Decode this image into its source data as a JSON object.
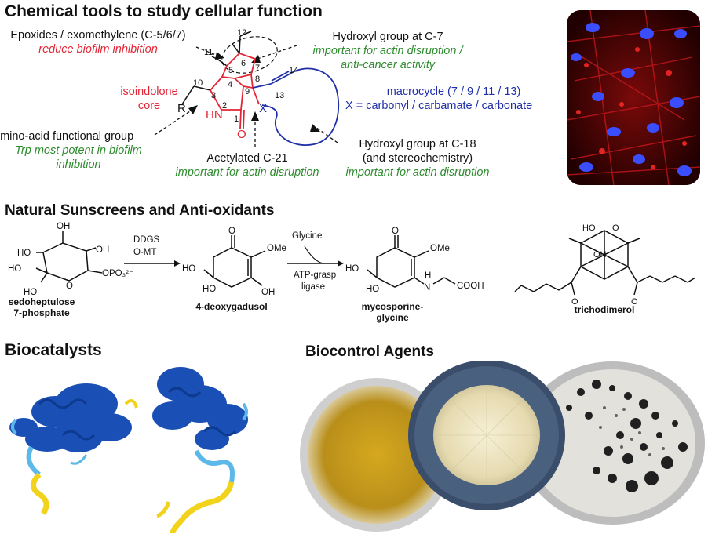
{
  "sections": {
    "chem_tools": "Chemical tools to study cellular function",
    "sunscreens": "Natural Sunscreens and Anti-oxidants",
    "biocatalysts": "Biocatalysts",
    "biocontrol": "Biocontrol Agents"
  },
  "annotations": {
    "epoxides": "Epoxides / exomethylene (C-5/6/7)",
    "epoxides_note": "reduce biofilm inhibition",
    "hydroxyl_c7": "Hydroxyl group at C-7",
    "hydroxyl_c7_note1": "important for actin disruption /",
    "hydroxyl_c7_note2": "anti-cancer activity",
    "isoindolone1": "isoindolone",
    "isoindolone2": "core",
    "macrocycle": "macrocycle (7 / 9 / 11 / 13)",
    "x_def": "X = carbonyl / carbamate / carbonate",
    "amino": "amino-acid functional  group",
    "amino_note1": "Trp most potent in biofilm",
    "amino_note2": "inhibition",
    "acetylated": "Acetylated C-21",
    "acetylated_note": "important for actin disruption",
    "hydroxyl_c18_1": "Hydroxyl group at C-18",
    "hydroxyl_c18_2": "(and stereochemistry)",
    "hydroxyl_c18_note": "important for actin disruption"
  },
  "structure_labels": {
    "n12": "12",
    "n11": "11",
    "n6": "6",
    "n7": "7",
    "n5": "5",
    "n4": "4",
    "n8": "8",
    "n9": "9",
    "n3": "3",
    "n10": "10",
    "n2": "2",
    "n1": "1",
    "n13": "13",
    "n14": "14",
    "R": "R",
    "HN": "HN",
    "O": "O",
    "X": "X"
  },
  "pathway": {
    "compound1_line1": "sedoheptulose",
    "compound1_line2": "7-phosphate",
    "compound2": "4-deoxygadusol",
    "compound3_line1": "mycosporine-",
    "compound3_line2": "glycine",
    "compound4": "trichodimerol",
    "enzyme1a": "DDGS",
    "enzyme1b": "O-MT",
    "reagent2": "Glycine",
    "enzyme2a": "ATP-grasp",
    "enzyme2b": "ligase"
  },
  "chem_text": {
    "OH": "OH",
    "HO": "HO",
    "O": "O",
    "OMe": "OMe",
    "OPO3": "OPO₃²⁻",
    "H": "H",
    "N": "N",
    "COOH": "COOH"
  },
  "colors": {
    "red_annotation": "#e32636",
    "green_annotation": "#2e8b2e",
    "blue_annotation": "#1f2fa8",
    "protein_dark_blue": "#1a4fb5",
    "protein_light_blue": "#5bb8e8",
    "protein_yellow": "#f2d21b",
    "micrograph_bg": "#1a0000",
    "micrograph_red": "#d0191f",
    "micrograph_blue": "#3040ff"
  }
}
